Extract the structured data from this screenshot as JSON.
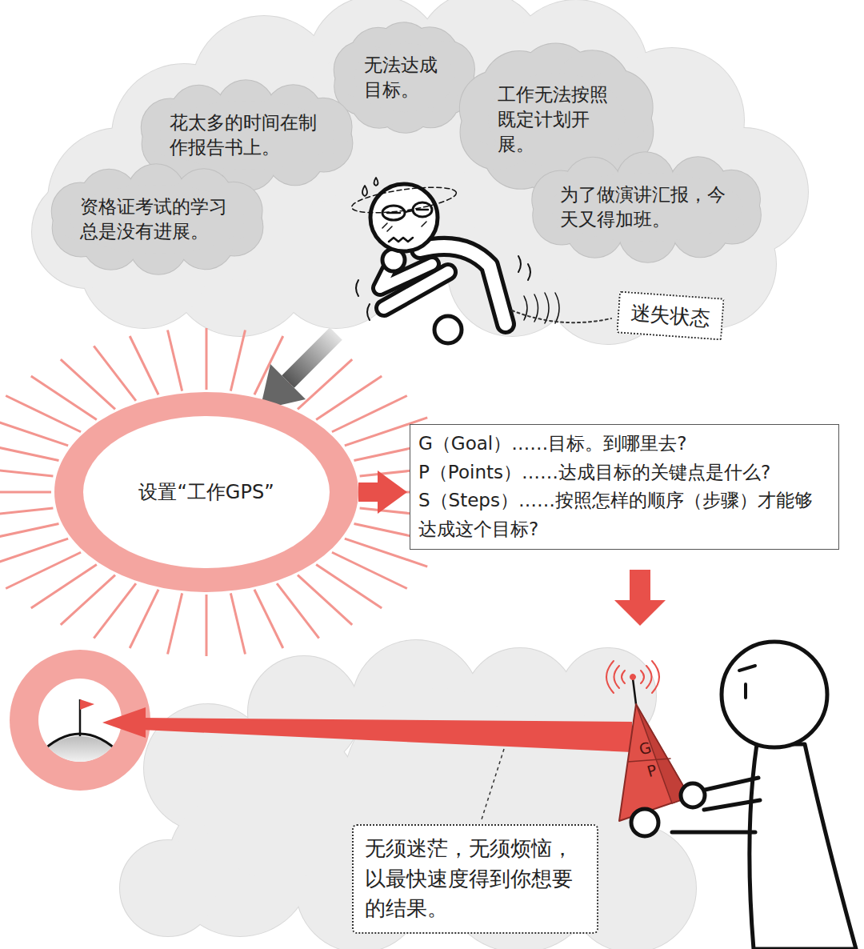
{
  "diagram": {
    "nodes": [
      {
        "text": [
          "无法达成目标。"
        ]
      },
      {
        "text": [
          "工作无法按照既定计划开展。"
        ]
      },
      {
        "text": [
          "花太多的时间在制作报告书上。"
        ]
      },
      {
        "text": [
          "为了做演讲汇报，今天又得加班。"
        ]
      },
      {
        "text": [
          "资格证考试的学习总是没有进展。"
        ]
      },
      {
        "text": [
          "迷失状态"
        ]
      },
      {
        "text": [
          "设置“工作GPS”"
        ]
      },
      {
        "text": [
          "G（Goal）……目标。到哪里去?",
          "P（Points）……达成目标的关键点是什么?",
          "S（Steps）……按照怎样的顺序（步骤）才能够达成这个目标?"
        ]
      },
      {
        "text": [
          "无须迷茫，无须烦恼，以最快速度得到你想要的结果。"
        ]
      }
    ],
    "edges": [
      {
        "from": 6,
        "to": 7,
        "arrow": "to"
      }
    ],
    "labels": [
      "G",
      "P"
    ]
  }
}
